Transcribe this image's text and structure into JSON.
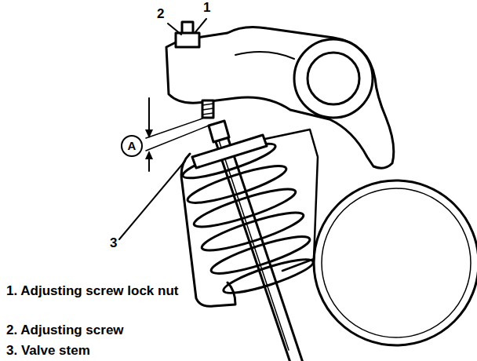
{
  "diagram": {
    "labels": [
      "2",
      "1",
      "A",
      "3",
      "1. Adjusting screw lock nut",
      "2. Adjusting screw",
      "3. Valve stem"
    ]
  }
}
